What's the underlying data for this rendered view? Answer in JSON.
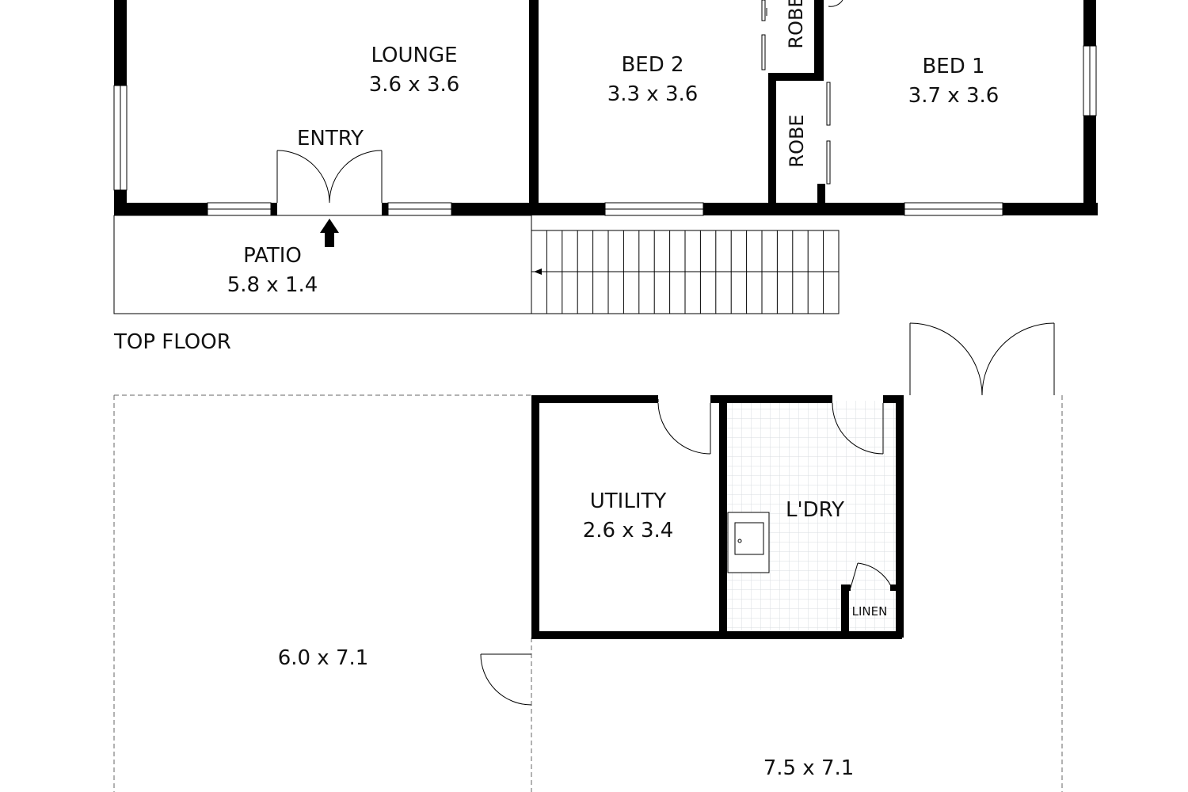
{
  "top_floor": {
    "caption": "TOP FLOOR",
    "rooms": {
      "lounge": {
        "name": "LOUNGE",
        "size": "3.6 x 3.6"
      },
      "entry": {
        "name": "ENTRY"
      },
      "patio": {
        "name": "PATIO",
        "size": "5.8 x 1.4"
      },
      "bed2": {
        "name": "BED 2",
        "size": "3.3 x 3.6"
      },
      "bed1": {
        "name": "BED 1",
        "size": "3.7 x 3.6"
      },
      "robe_upper": {
        "name": "ROBE"
      },
      "robe_lower": {
        "name": "ROBE"
      }
    }
  },
  "ground_floor": {
    "rooms": {
      "utility": {
        "name": "UTILITY",
        "size": "2.6 x 3.4"
      },
      "laundry": {
        "name": "L'DRY"
      },
      "linen": {
        "name": "LINEN"
      },
      "left_area": {
        "size": "6.0 x 7.1"
      },
      "right_area": {
        "size": "7.5 x 7.1"
      }
    }
  },
  "colors": {
    "wall": "#000000",
    "background": "#ffffff",
    "tile_grid": "#d8dde2"
  },
  "icons": [
    "entry-arrow-icon",
    "stair-direction-arrow-icon",
    "sink-icon"
  ]
}
